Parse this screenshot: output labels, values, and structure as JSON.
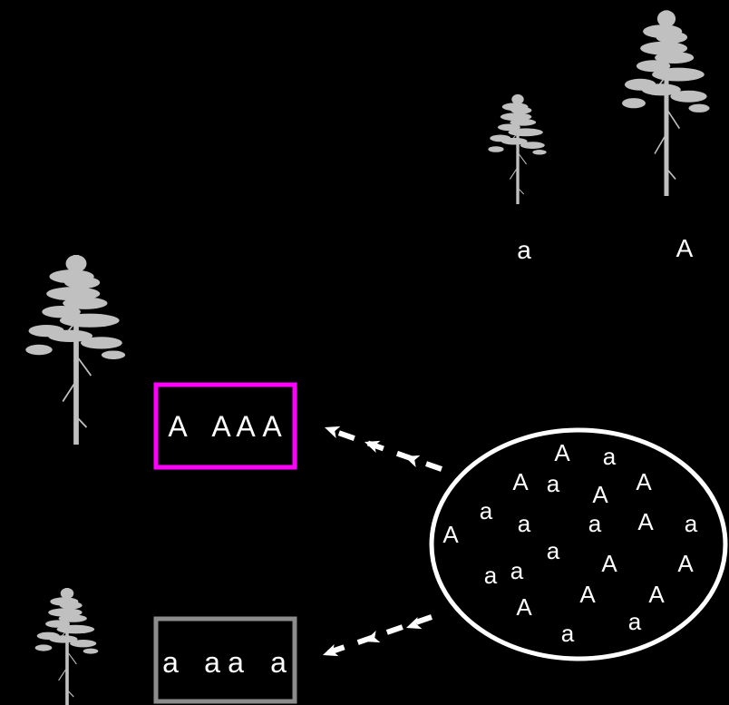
{
  "colors": {
    "background": "#000000",
    "tree": "#c0c0c0",
    "text": "#ffffff",
    "dominant_box": "#ff00ff",
    "recessive_box": "#8c8c8c",
    "arrow": "#ffffff",
    "pool_outline": "#ffffff"
  },
  "icons": [
    "pine-tree-icon",
    "arrow-icon"
  ],
  "allele_labels": {
    "small_tree": "a",
    "tall_tree": "A"
  },
  "dominant_box": {
    "alleles": [
      "A",
      "A",
      "A",
      "A"
    ]
  },
  "recessive_box": {
    "alleles": [
      "a",
      "a",
      "a",
      "a"
    ]
  },
  "gene_pool": {
    "alleles": [
      "A",
      "a",
      "A",
      "a",
      "A",
      "A",
      "a",
      "a",
      "a",
      "A",
      "a",
      "A",
      "a",
      "A",
      "A",
      "a",
      "a",
      "A",
      "A",
      "A",
      "a",
      "a",
      "a"
    ]
  }
}
